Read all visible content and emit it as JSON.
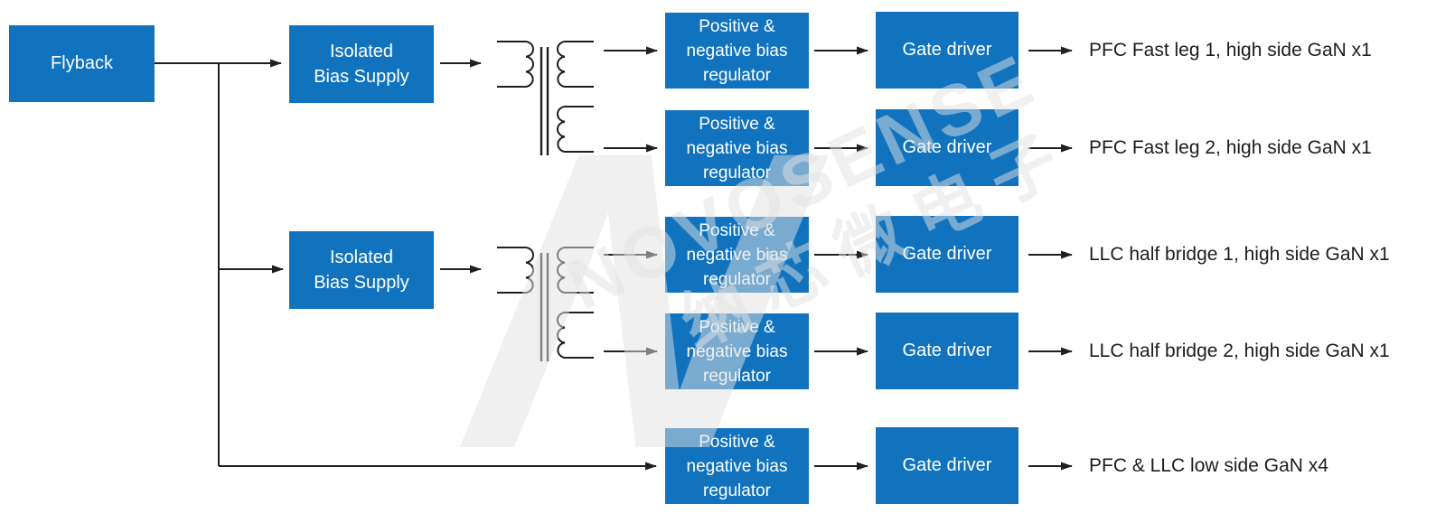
{
  "colors": {
    "box_blue": "#1173BE",
    "box_text": "#ffffff",
    "line": "#1f1f1f",
    "label_text": "#1c1c1c",
    "watermark": "rgba(226,226,226,0.5)"
  },
  "nodes": {
    "flyback": "Flyback",
    "isolated_bias_supply_1": "Isolated\nBias Supply",
    "isolated_bias_supply_2": "Isolated\nBias Supply"
  },
  "icons": {
    "transformer_1": "transformer-icon",
    "transformer_2": "transformer-icon",
    "arrowhead": "arrow-right-icon"
  },
  "rows": [
    {
      "regulator": "Positive &\nnegative bias\nregulator",
      "gate_driver": "Gate driver",
      "output": "PFC Fast leg 1, high side GaN x1"
    },
    {
      "regulator": "Positive &\nnegative bias\nregulator",
      "gate_driver": "Gate driver",
      "output": "PFC Fast leg 2, high side GaN x1"
    },
    {
      "regulator": "Positive &\nnegative bias\nregulator",
      "gate_driver": "Gate driver",
      "output": "LLC half bridge 1, high side GaN x1"
    },
    {
      "regulator": "Positive &\nnegative bias\nregulator",
      "gate_driver": "Gate driver",
      "output": "LLC half bridge 2, high side GaN x1"
    },
    {
      "regulator": "Positive &\nnegative bias\nregulator",
      "gate_driver": "Gate driver",
      "output": "PFC & LLC low side GaN x4"
    }
  ],
  "watermark": {
    "logo_letter": "N",
    "line1": "NOVOSENSE",
    "line2": "纳芯微电子"
  }
}
